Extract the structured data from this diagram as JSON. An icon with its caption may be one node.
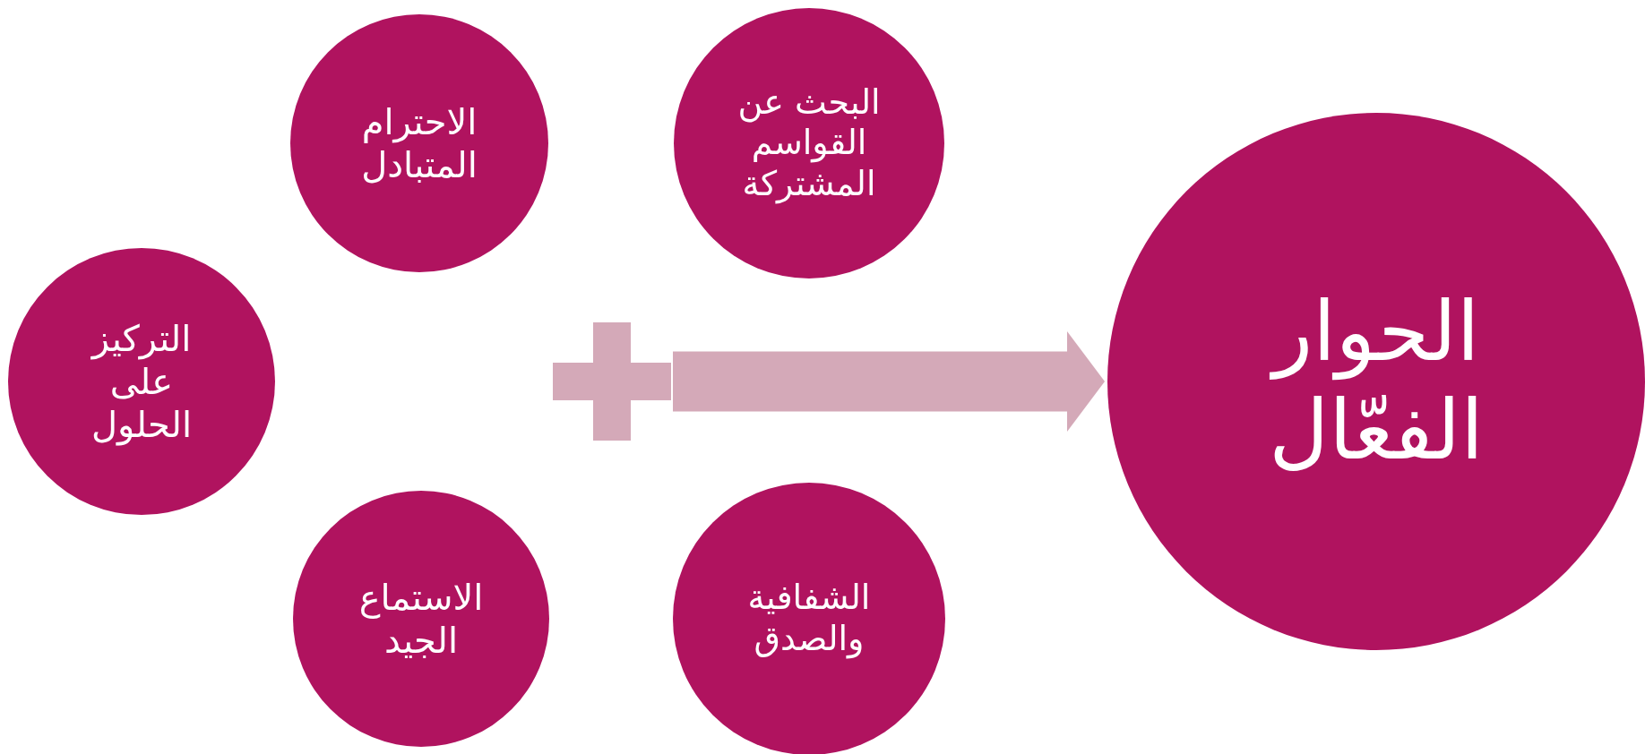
{
  "diagram": {
    "nodes": [
      {
        "text": [
          "الاحترام المتبادل"
        ]
      },
      {
        "text": [
          "البحث عن القواسم المشتركة"
        ]
      },
      {
        "text": [
          "التركيز على الحلول"
        ]
      },
      {
        "text": [
          "الاستماع الجيد"
        ]
      },
      {
        "text": [
          "الشفافية والصدق"
        ]
      },
      {
        "text": [],
        "shape": "plus"
      },
      {
        "text": [
          "الحوار الفعّال"
        ]
      }
    ],
    "edges": [
      {
        "from": 5,
        "to": 6,
        "arrow": "to"
      }
    ]
  }
}
